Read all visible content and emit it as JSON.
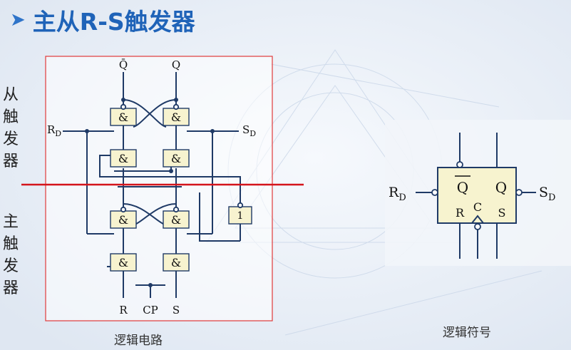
{
  "title": "主从R-S触发器",
  "labels": {
    "slave": "从\n触\n发\n器",
    "master": "主\n触\n发\n器",
    "circuit_caption": "逻辑电路",
    "symbol_caption": "逻辑符号"
  },
  "circuit": {
    "q_bar": "Q̄",
    "q": "Q",
    "rd_main": "R",
    "rd_sub": "D",
    "sd_main": "S",
    "sd_sub": "D",
    "and_gate": "&",
    "or_gate": "1",
    "input_r": "R",
    "input_cp": "CP",
    "input_s": "S"
  },
  "symbol": {
    "q_bar": "Q",
    "q": "Q",
    "r": "R",
    "c": "C",
    "s": "S",
    "rd_main": "R",
    "rd_sub": "D",
    "sd_main": "S",
    "sd_sub": "D"
  },
  "colors": {
    "title": "#1f63b8",
    "frame": "#e03a3a",
    "divider": "#d4141b",
    "gate_fill": "#f7f3cf",
    "wire": "#1f3a66"
  }
}
